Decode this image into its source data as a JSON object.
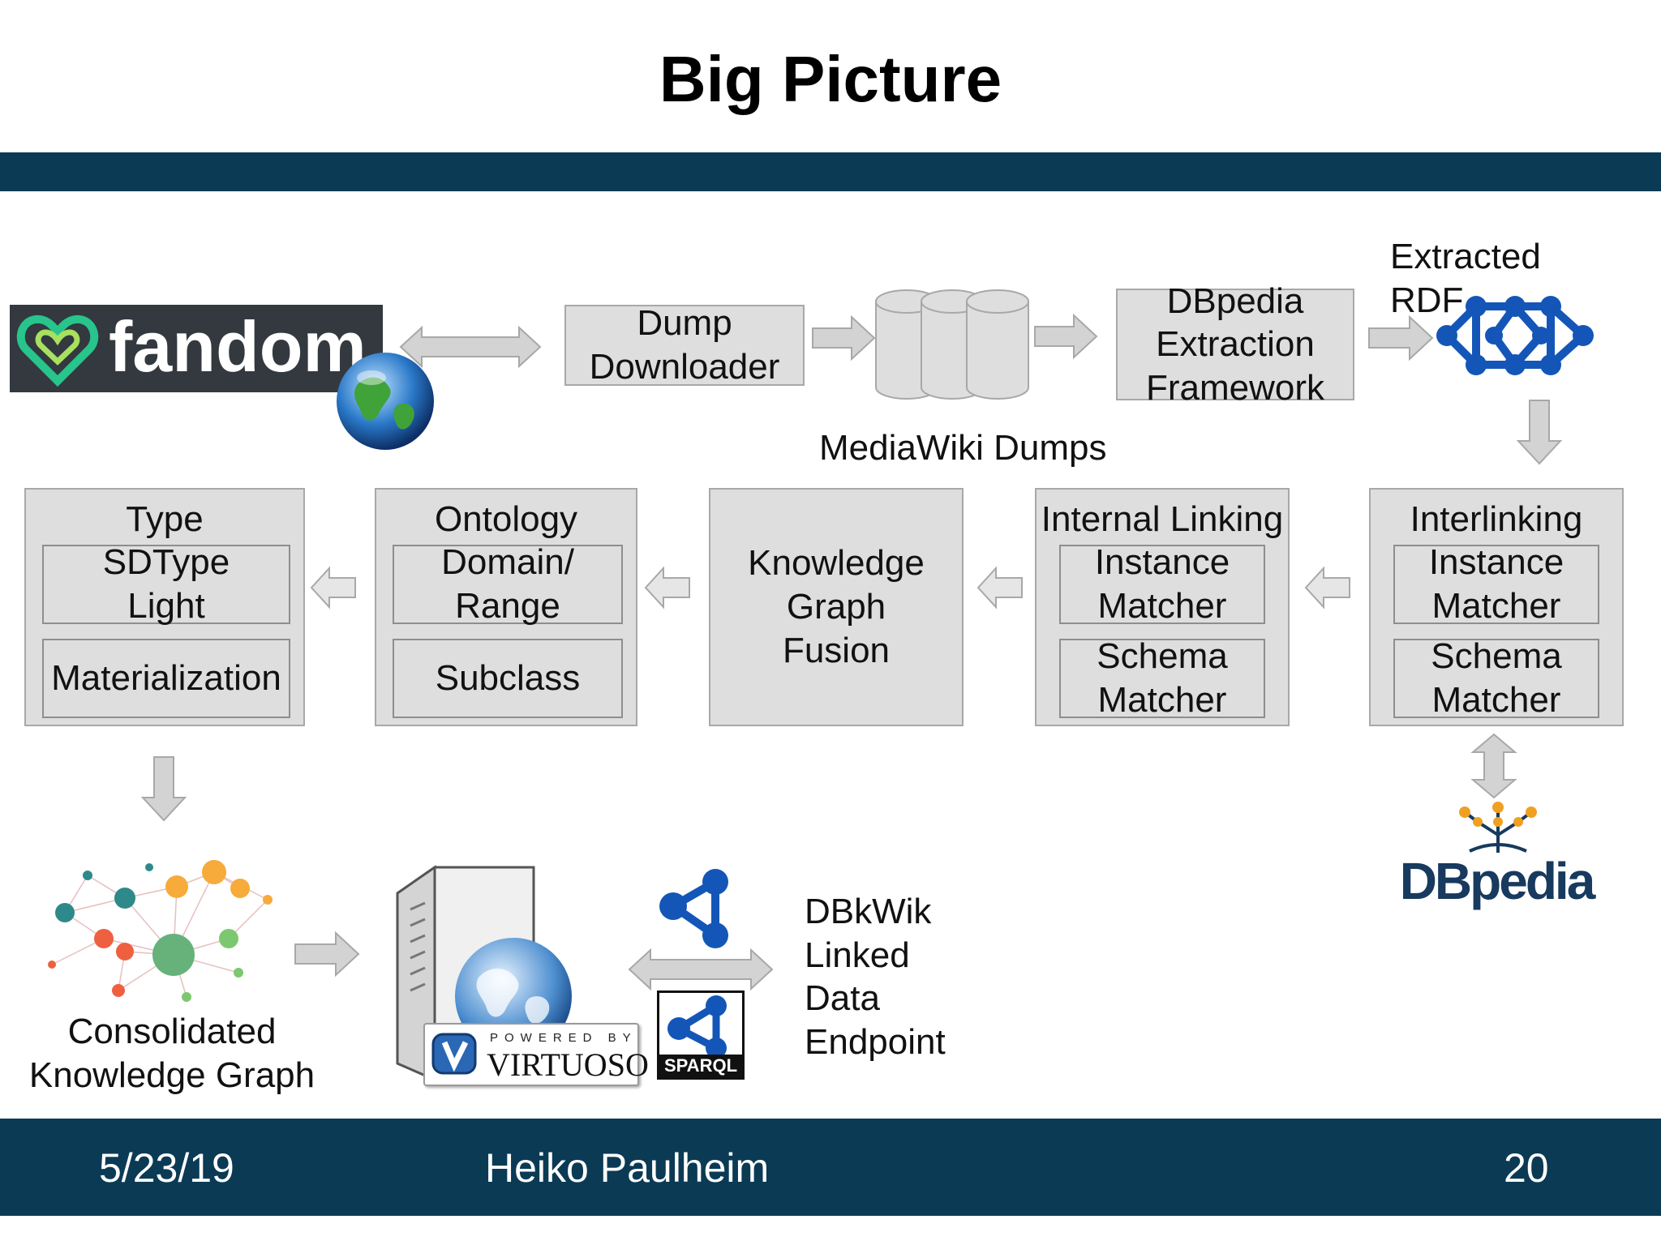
{
  "slide": {
    "title": "Big Picture",
    "footer": {
      "date": "5/23/19",
      "author": "Heiko Paulheim",
      "page": "20"
    }
  },
  "colors": {
    "header_bar": "#0b3a55",
    "box_fill": "#dedede",
    "arrow_fill": "#d3d3d3",
    "fandom_bg": "#33393f",
    "fandom_accent": "#27c48c",
    "node_blue": "#1456b8",
    "dbpedia_text": "#173a5e",
    "dbpedia_nodes": "#f0a020"
  },
  "logos": {
    "fandom": {
      "text": "fandom",
      "icon": "heart-logo-icon"
    },
    "virtuoso": {
      "text": "VIRTUOSO",
      "tagline": "POWERED BY"
    },
    "sparql": {
      "text": "SPARQL"
    },
    "dbpedia": {
      "text": "DBpedia"
    }
  },
  "pipeline": {
    "dump_downloader": "Dump\nDownloader",
    "mediawiki_dumps": "MediaWiki Dumps",
    "extraction_framework": "DBpedia\nExtraction\nFramework",
    "extracted_rdf": "Extracted\nRDF"
  },
  "modules": {
    "interlinking": {
      "title": "Interlinking",
      "instance": "Instance\nMatcher",
      "schema": "Schema\nMatcher"
    },
    "internal_linking": {
      "title": "Internal Linking",
      "instance": "Instance\nMatcher",
      "schema": "Schema\nMatcher"
    },
    "kg_fusion": "Knowledge\nGraph\nFusion",
    "ontology": {
      "title": "Ontology",
      "domain_range": "Domain/\nRange",
      "subclass": "Subclass"
    },
    "type": {
      "title": "Type",
      "sdtype": "SDType\nLight",
      "materialization": "Materialization"
    }
  },
  "outputs": {
    "consolidated_kg": "Consolidated\nKnowledge Graph",
    "endpoint": "DBkWik\nLinked\nData\nEndpoint"
  }
}
